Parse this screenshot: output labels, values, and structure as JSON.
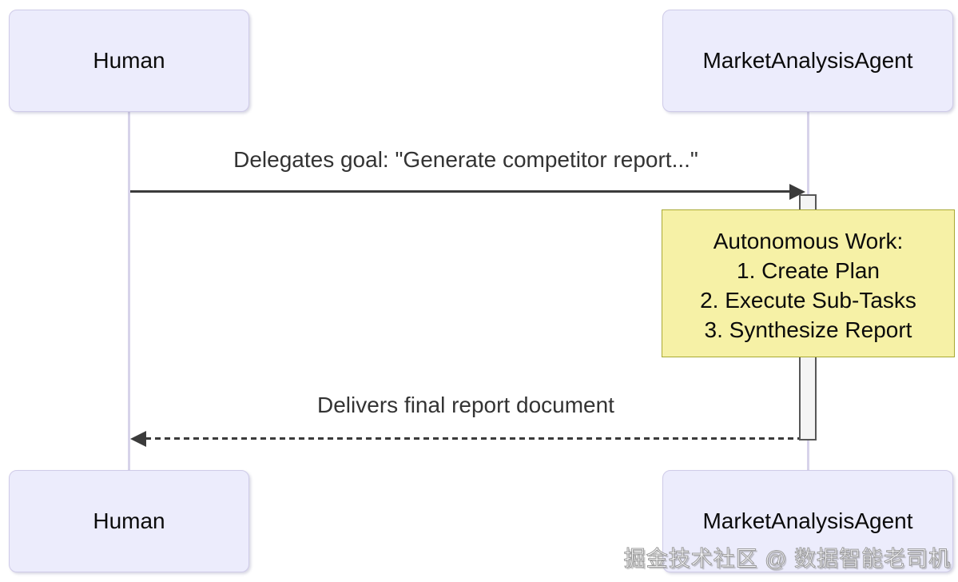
{
  "diagram": {
    "type": "sequence-diagram",
    "actors": [
      {
        "id": "human",
        "label": "Human"
      },
      {
        "id": "agent",
        "label": "MarketAnalysisAgent"
      }
    ],
    "messages": [
      {
        "from": "human",
        "to": "agent",
        "style": "solid",
        "label": "Delegates goal: \"Generate competitor report...\""
      },
      {
        "from": "agent",
        "to": "human",
        "style": "dashed",
        "label": "Delivers final report document"
      }
    ],
    "note": {
      "attached_to": "agent",
      "lines": [
        "Autonomous Work:",
        "1. Create Plan",
        "2. Execute Sub-Tasks",
        "3. Synthesize Report"
      ]
    },
    "watermark": "掘金技术社区 @ 数据智能老司机",
    "colors": {
      "actor_fill": "#ECECFC",
      "actor_border": "#CFCBE8",
      "lifeline": "#D7D3EA",
      "arrow_line": "#3B3B3B",
      "message_text": "#333333",
      "note_fill": "#F6F1A6",
      "note_border": "#A9A933",
      "activation_fill": "#F4F4F4",
      "activation_border": "#575757",
      "background": "#FFFFFF"
    }
  }
}
